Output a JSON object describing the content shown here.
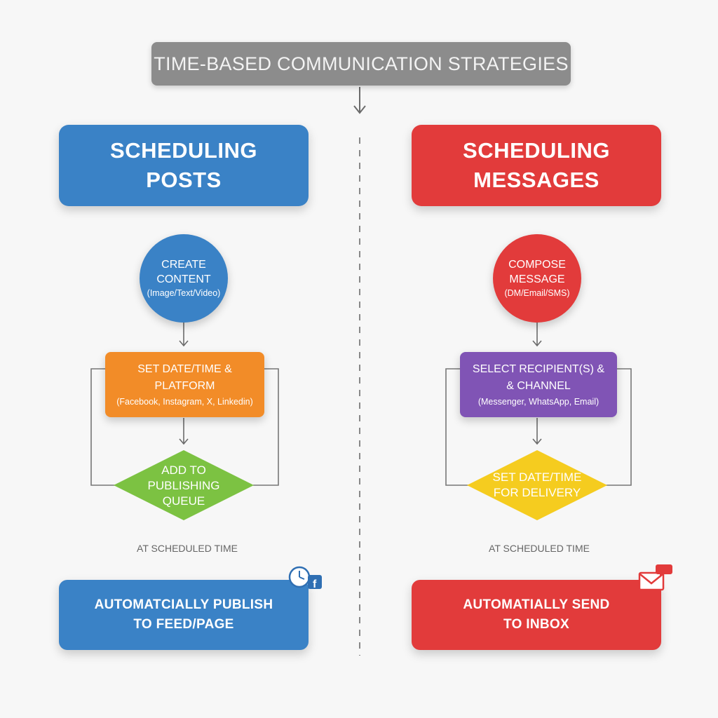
{
  "title": "TIME-BASED COMMUNICATION STRATEGIES",
  "colors": {
    "blue": "#3a82c6",
    "red": "#e23b3b",
    "orange": "#f28c28",
    "green": "#7cc242",
    "purple": "#8054b5",
    "yellow": "#f5cc1f",
    "gray": "#8c8c8c"
  },
  "left": {
    "header_line1": "SCHEDULING",
    "header_line2": "POSTS",
    "circle_line1": "CREATE",
    "circle_line2": "CONTENT",
    "circle_sub": "(Image/Text/Video)",
    "step_line1": "SET DATE/TIME &",
    "step_line2": "PLATFORM",
    "step_sub": "(Facebook, Instagram, X, Linkedin)",
    "diamond_line1": "ADD TO",
    "diamond_line2": "PUBLISHING",
    "diamond_line3": "QUEUE",
    "note": "AT SCHEDULED TIME",
    "result_line1": "AUTOMATCIALLY PUBLISH",
    "result_line2": "TO FEED/PAGE",
    "icon": "clock-facebook-icon"
  },
  "right": {
    "header_line1": "SCHEDULING",
    "header_line2": "MESSAGES",
    "circle_line1": "COMPOSE",
    "circle_line2": "MESSAGE",
    "circle_sub": "(DM/Email/SMS)",
    "step_line1": "SELECT RECIPIENT(S) &",
    "step_line2": "& CHANNEL",
    "step_sub": "(Messenger, WhatsApp, Email)",
    "diamond_line1": "SET DATE/TIME",
    "diamond_line2": "FOR DELIVERY",
    "note": "AT SCHEDULED TIME",
    "result_line1": "AUTOMATIALLY SEND",
    "result_line2": "TO INBOX",
    "icon": "envelope-chat-icon"
  }
}
